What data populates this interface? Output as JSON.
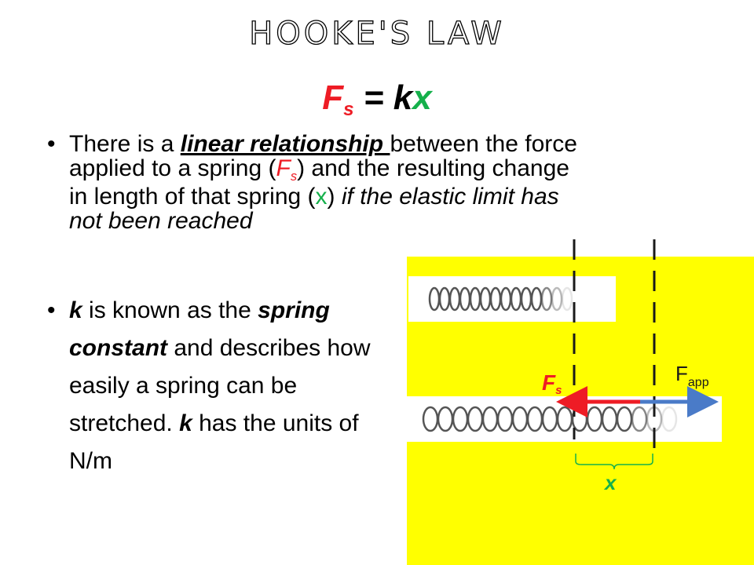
{
  "slide": {
    "title": "Hooke's Law",
    "formula": {
      "F": "F",
      "s": "s",
      "eq": " = ",
      "k": "k",
      "x": "x"
    }
  },
  "bullet1": {
    "t1": "There is a ",
    "t2": "linear relationship ",
    "t3": "between the force applied to a spring (",
    "t4": "F",
    "t5": "s",
    "t6": ") and the resulting change in length of that spring (",
    "t7": "x",
    "t8": ") ",
    "t9": "if the elastic limit has not been reached"
  },
  "bullet2": {
    "t1": "k",
    "t2": " is known as the ",
    "t3": "spring constant",
    "t4": " and describes how easily a spring can be stretched.  ",
    "t5": "k",
    "t6": " has the units of N/m"
  },
  "diagram": {
    "fs_label": "F",
    "fs_sub": "s",
    "fapp_label": "F",
    "fapp_sub": "app",
    "x_label": "x",
    "colors": {
      "panel": "#ffff00",
      "fs_arrow": "#ee1c25",
      "fapp_arrow": "#4a7bc8",
      "x_label": "#15b04b",
      "fs_label": "#ee1c25"
    }
  }
}
